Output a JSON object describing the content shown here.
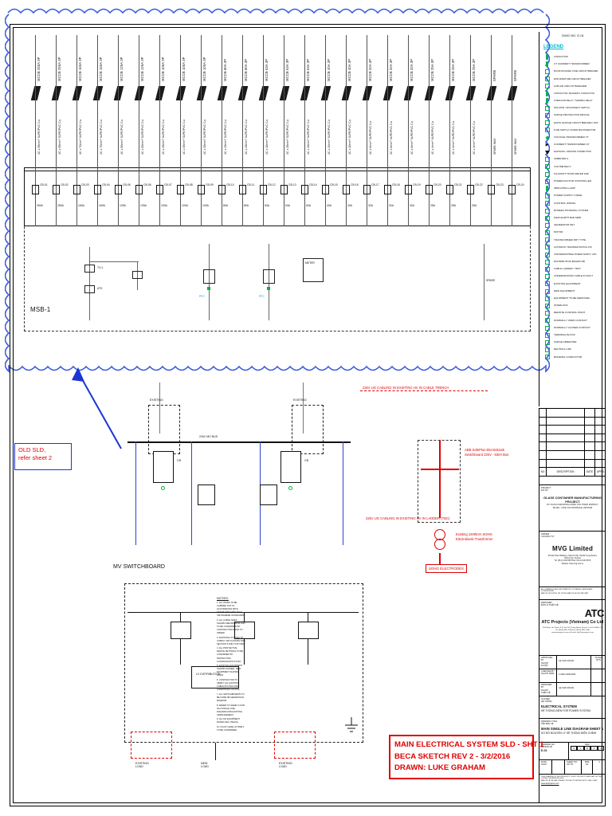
{
  "sheet": {
    "drawing_number_header": "DWG NO. E-01",
    "msb_label": "MSB-1",
    "mv_label": "MV SWITCHBOARD"
  },
  "callout": {
    "line1": "OLD SLD,",
    "line2": "refer sheet 2"
  },
  "stamp": {
    "line1": "MAIN ELECTRICAL SYSTEM SLD - SHT 1",
    "line2": "BECA SKETCH REV 2 - 3/2/2016",
    "line3": "DRAWN: LUKE GRAHAM"
  },
  "legend": {
    "header": "DWG NO. E-01",
    "title": "LEGEND",
    "items": [
      {
        "symbol": "cap-green",
        "label": "CAPACITOR"
      },
      {
        "symbol": "cap-green",
        "label": "CT CURRENT TRANSFORMER"
      },
      {
        "symbol": "square-green",
        "label": "MCCB MOULDED CASE CIRCUIT BREAKER"
      },
      {
        "symbol": "square-green",
        "label": "MCB MINIATURE CIRCUIT BREAKER"
      },
      {
        "symbol": "square-green",
        "label": "ACB AIR CIRCUIT BREAKER"
      },
      {
        "symbol": "cap-green",
        "label": "CONTACTOR / MAGNETIC CONTACTOR"
      },
      {
        "symbol": "cap-green",
        "label": "OVERLOAD RELAY / THERMAL RELAY"
      },
      {
        "symbol": "square-green",
        "label": "ISOLATOR / DISCONNECT SWITCH"
      },
      {
        "symbol": "square-green",
        "label": "SURGE PROTECTION DEVICE"
      },
      {
        "symbol": "square-green",
        "label": "EARTH LEAKAGE CIRCUIT BREAKER / RCD"
      },
      {
        "symbol": "square-green",
        "label": "FUSE SWITCH / FUSED DISCONNECTOR"
      },
      {
        "symbol": "dot-green",
        "label": "VOLTAGE TRANSFORMER VT"
      },
      {
        "symbol": "arrow-blk",
        "label": "CURRENT TRANSFORMER CT"
      },
      {
        "symbol": "tri-blk",
        "label": "EARTHING / GROUND CONNECTION"
      },
      {
        "symbol": "square-green",
        "label": "AMMETER A"
      },
      {
        "symbol": "square-green",
        "label": "VOLTMETER V"
      },
      {
        "symbol": "square-green",
        "label": "KILOWATT HOUR METER kWh"
      },
      {
        "symbol": "square-green",
        "label": "POWER FACTOR CONTROLLER"
      },
      {
        "symbol": "cap-green",
        "label": "INDICATING LAMP"
      },
      {
        "symbol": "square-green",
        "label": "POWER SUPPLY CABLE"
      },
      {
        "symbol": "square-green",
        "label": "CONTROL WIRING"
      },
      {
        "symbol": "square-green",
        "label": "BUSBAR TRUNKING SYSTEM"
      },
      {
        "symbol": "square-green",
        "label": "MAIN EARTH BAR MEB"
      },
      {
        "symbol": "square-green",
        "label": "GENERATOR SET"
      },
      {
        "symbol": "square-green",
        "label": "MOTOR"
      },
      {
        "symbol": "square-green",
        "label": "TRANSFORMER DRY TYPE"
      },
      {
        "symbol": "square-green",
        "label": "AUTOMATIC TRANSFER SWITCH ATS"
      },
      {
        "symbol": "square-green",
        "label": "UNINTERRUPTIBLE POWER SUPPLY UPS"
      },
      {
        "symbol": "square-green",
        "label": "DISTRIBUTION BOARD DB"
      },
      {
        "symbol": "square-green",
        "label": "CABLE LADDER / TRAY"
      },
      {
        "symbol": "square-green",
        "label": "UNDERGROUND CABLE IN DUCT"
      },
      {
        "symbol": "square-green",
        "label": "EXISTING EQUIPMENT"
      },
      {
        "symbol": "square-green",
        "label": "NEW EQUIPMENT"
      },
      {
        "symbol": "square-green",
        "label": "EQUIPMENT TO BE REMOVED"
      },
      {
        "symbol": "square-green",
        "label": "INTERLOCK"
      },
      {
        "symbol": "square-green",
        "label": "REMOTE CONTROL POINT"
      },
      {
        "symbol": "square-green",
        "label": "NORMALLY OPEN CONTACT"
      },
      {
        "symbol": "square-green",
        "label": "NORMALLY CLOSED CONTACT"
      },
      {
        "symbol": "square-green",
        "label": "TERMINAL BLOCK"
      },
      {
        "symbol": "square-green",
        "label": "SURGE ARRESTER"
      },
      {
        "symbol": "square-green",
        "label": "NEUTRAL LINK"
      },
      {
        "symbol": "square-green",
        "label": "BONDING CONDUCTOR"
      }
    ]
  },
  "revision_table": {
    "columns": [
      "NO",
      "DESCRIPTION",
      "DATE",
      "APP'D"
    ],
    "rows": [
      {
        "no": "",
        "description": "",
        "date": "",
        "appd": ""
      },
      {
        "no": "",
        "description": "",
        "date": "",
        "appd": ""
      },
      {
        "no": "",
        "description": "",
        "date": "",
        "appd": ""
      },
      {
        "no": "",
        "description": "",
        "date": "",
        "appd": ""
      },
      {
        "no": "",
        "description": "",
        "date": "",
        "appd": ""
      },
      {
        "no": "",
        "description": "",
        "date": "",
        "appd": ""
      },
      {
        "no": "",
        "description": "",
        "date": "",
        "appd": ""
      }
    ],
    "header_row": {
      "no": "NO",
      "description": "DESCRIPTION",
      "date": "DATE",
      "appd": "APP'D"
    }
  },
  "title_block": {
    "project_label": "PROJECT :",
    "project_label_vn": "DỰ ÁN :",
    "project_name": "GLASS CONTAINER MANUFACTURING PROJECT",
    "project_addr1": "MY XUAN A INDUSTRIAL ZONE, TAN THANH DISTRICT,",
    "project_addr2": "BA RIA - VUNG TAU PROVINCE, VIETNAM",
    "owner_label": "OWNER :",
    "owner_label_vn": "CHỦ ĐẦU TƯ :",
    "owner_name": "MVG Limited",
    "owner_addr1": "5/F Đại Thanh Building, 2 Đại Cồ Việt, Hai Bà Trưng District,",
    "owner_addr2": "Ha Noi City, Vietnam",
    "owner_addr3": "Tel: (84-4) 1234 5678    Fax: (84-4) 1234 5679",
    "owner_addr4": "Website: www.mvg.com.vn",
    "consultant_note_en": "ALL DRAWINGS AND INFORMATION CONTAINED HEREIN ARE CONFIDENTIAL",
    "consultant_note_vn": "BẢN VẼ VÀ THÔNG TIN TRONG BẢN VẼ LÀ TÀI LIỆU MẬT",
    "designer_label": "DESIGNER :",
    "designer_label_vn": "ĐƠN VỊ THIẾT KẾ :",
    "atc_logo": "ATC",
    "atc_name": "ATC Projects (Vietnam) Co Ltd",
    "atc_addr1": "12th Floor, Lim Tower, 9-11 Ton Duc Thang Street, District 1, Ho Chi Minh City",
    "atc_addr2": "Tel: (84-8) 3911 2345   Fax: (84-8) 3911 2346",
    "atc_addr3": "www.atcprojects.com.vn    E-mail: info@atcprojects.com",
    "approved_label": "APPROVED BY",
    "approved_label_vn": "NGƯỜI DUYỆT",
    "approved_value": "LE VAN DOAN",
    "scale_label": "SCALE",
    "scale_label_vn": "TỶ LỆ",
    "scale_value": "NTS",
    "checked_label": "CHECKED BY",
    "checked_label_vn": "NGƯỜI KIỂM",
    "checked_value": "LUKE GRAHAM",
    "designed_label": "DESIGNED BY",
    "designed_label_vn": "NGƯỜI THIẾT KẾ",
    "designed_value": "LE VAN DOAN",
    "system_label": "SYSTEM",
    "system_label_vn": "HỆ THỐNG",
    "system_value_en": "ELECTRICAL SYSTEM",
    "system_value_vn": "HỆ THỐNG ĐIỆN FOR POWER SYSTEM",
    "drawing_title_label": "DRAWING TITLE",
    "drawing_title_label_vn": "TÊN BẢN VẼ",
    "drawing_title_en": "MAIN SINGLE LINE DIAGRAM-SHEET 1",
    "drawing_title_vn": "SƠ ĐỒ NGUYÊN LÝ HỆ THỐNG ĐIỆN CHÍNH",
    "dwgno_label": "DRAWING NO",
    "dwgno_label_vn": "SỐ BẢN VẼ",
    "dwgno_value": "E-01",
    "rev_label": "REV",
    "rev_cells": [
      "0",
      "1",
      "2",
      "3",
      "4"
    ],
    "rev_marked": "2",
    "date_label": "DATE",
    "date_label_vn": "NGÀY",
    "date_value": "",
    "sheetno_label": "SHEET NO",
    "sheetno_label_vn": "SỐ TỜ",
    "sheetno_value": "1",
    "size_label": "SIZE",
    "size_label_vn": "KHỔ",
    "size_value": "A1",
    "footer_note_en": "THIS DRAWING IS THE PROPERTY OF ATC PROJECTS AND MAY NOT BE COPIED OR REPRODUCED",
    "footer_note_vn": "BẢN VẼ LÀ TÀI SẢN CỦA ATC PROJECTS KHÔNG ĐƯỢC SAO CHÉP",
    "footer_link": "www.atcprojects.com"
  },
  "mv_annotations": {
    "abb_line1": "ABB SafePlus Electrokiosk",
    "abb_line2": "Switchboard 22kV - 630A Bus",
    "trench_note": "22kV UG CABLING IN EXISTING HV IN CABLE TRENCH",
    "trench_note2": "22kV UG CABLING IN EXISTING HV IN LADDER (TBC)",
    "transformer_line1": "Existing 1200kVA SOHG",
    "transformer_line2": "Electrokiosk Transformer",
    "electrodes": "SOHG ELECTRODES"
  },
  "notes": {
    "title": "NOTES:",
    "items": [
      "1. ALL WORK TO BE CARRIED OUT IN ACCORDANCE WITH AS/NZS 3000 AND LOCAL VIETNAMESE STANDARDS.",
      "2. ALL CABLE SIZES SHOWN ARE MINIMUM AND TO BE CONFIRMED BY CONTRACTOR PRIOR TO ORDER.",
      "3. EARTHING SYSTEM TO COMPLY WITH AS/NZS 3000 SECTION 5 AND TCVN 9385.",
      "4. ALL PROTECTIVE DEVICE SETTINGS TO BE CONFIRMED BY PROTECTION COORDINATION STUDY.",
      "5. EXISTING EQUIPMENT SHOWN DASHED. NEW EQUIPMENT SHOWN SOLID.",
      "6. CONTRACTOR TO VERIFY ALL EXISTING CABLE ROUTES AND CONDITIONS ON SITE.",
      "7. ALL SWITCHBOARDS TO BE FORM 3B SEPARATION MINIMUM.",
      "8. REFER TO SHEET 2 FOR OLD SINGLE LINE DIAGRAM AND EXISTING ARRANGEMENT.",
      "9. ALL MV EQUIPMENT RATED 24kV, 25kA/3s.",
      "10. FAULT LEVEL AT MSB-1 TO BE CONFIRMED."
    ]
  },
  "msb_feeders": [
    {
      "tag": "MCCB 250A 3P",
      "sub": "4C x 95mm² XLPE/PVC Cu",
      "dev": "CB-01",
      "rating": "250A"
    },
    {
      "tag": "MCCB 250A 3P",
      "sub": "4C x 95mm² XLPE/PVC Cu",
      "dev": "CB-02",
      "rating": "250A"
    },
    {
      "tag": "MCCB 160A 3P",
      "sub": "4C x 70mm² XLPE/PVC Cu",
      "dev": "CB-03",
      "rating": "160A"
    },
    {
      "tag": "MCCB 160A 3P",
      "sub": "4C x 70mm² XLPE/PVC Cu",
      "dev": "CB-04",
      "rating": "160A"
    },
    {
      "tag": "MCCB 125A 3P",
      "sub": "4C x 50mm² XLPE/PVC Cu",
      "dev": "CB-05",
      "rating": "125A"
    },
    {
      "tag": "MCCB 125A 3P",
      "sub": "4C x 50mm² XLPE/PVC Cu",
      "dev": "CB-06",
      "rating": "125A"
    },
    {
      "tag": "MCCB 100A 3P",
      "sub": "4C x 35mm² XLPE/PVC Cu",
      "dev": "CB-07",
      "rating": "100A"
    },
    {
      "tag": "MCCB 100A 3P",
      "sub": "4C x 35mm² XLPE/PVC Cu",
      "dev": "CB-08",
      "rating": "100A"
    },
    {
      "tag": "MCCB 100A 3P",
      "sub": "4C x 35mm² XLPE/PVC Cu",
      "dev": "CB-09",
      "rating": "100A"
    },
    {
      "tag": "MCCB 80A 3P",
      "sub": "4C x 25mm² XLPE/PVC Cu",
      "dev": "CB-10",
      "rating": "80A"
    },
    {
      "tag": "MCCB 80A 3P",
      "sub": "4C x 25mm² XLPE/PVC Cu",
      "dev": "CB-11",
      "rating": "80A"
    },
    {
      "tag": "MCCB 63A 3P",
      "sub": "4C x 16mm² XLPE/PVC Cu",
      "dev": "CB-12",
      "rating": "63A"
    },
    {
      "tag": "MCCB 63A 3P",
      "sub": "4C x 16mm² XLPE/PVC Cu",
      "dev": "CB-13",
      "rating": "63A"
    },
    {
      "tag": "MCCB 63A 3P",
      "sub": "4C x 16mm² XLPE/PVC Cu",
      "dev": "CB-14",
      "rating": "63A"
    },
    {
      "tag": "MCCB 40A 3P",
      "sub": "4C x 10mm² XLPE/PVC Cu",
      "dev": "CB-15",
      "rating": "40A"
    },
    {
      "tag": "MCCB 40A 3P",
      "sub": "4C x 10mm² XLPE/PVC Cu",
      "dev": "CB-16",
      "rating": "40A"
    },
    {
      "tag": "MCCB 32A 3P",
      "sub": "4C x 6mm² XLPE/PVC Cu",
      "dev": "CB-17",
      "rating": "32A"
    },
    {
      "tag": "MCCB 32A 3P",
      "sub": "4C x 6mm² XLPE/PVC Cu",
      "dev": "CB-18",
      "rating": "32A"
    },
    {
      "tag": "MCCB 32A 3P",
      "sub": "4C x 6mm² XLPE/PVC Cu",
      "dev": "CB-19",
      "rating": "32A"
    },
    {
      "tag": "MCCB 25A 3P",
      "sub": "4C x 4mm² XLPE/PVC Cu",
      "dev": "CB-20",
      "rating": "25A"
    },
    {
      "tag": "MCCB 25A 3P",
      "sub": "4C x 4mm² XLPE/PVC Cu",
      "dev": "CB-21",
      "rating": "25A"
    },
    {
      "tag": "MCCB 25A 3P",
      "sub": "4C x 4mm² XLPE/PVC Cu",
      "dev": "CB-22",
      "rating": "25A"
    },
    {
      "tag": "SPARE",
      "sub": "SPARE WAY",
      "dev": "CB-23",
      "rating": ""
    },
    {
      "tag": "SPARE",
      "sub": "SPARE WAY",
      "dev": "CB-24",
      "rating": ""
    }
  ],
  "colors": {
    "red": "#e00000",
    "blue": "#2a43d0",
    "cloud_blue": "#3a5bdc",
    "green": "#00b050",
    "cyan": "#00b8d4",
    "black": "#111111"
  }
}
